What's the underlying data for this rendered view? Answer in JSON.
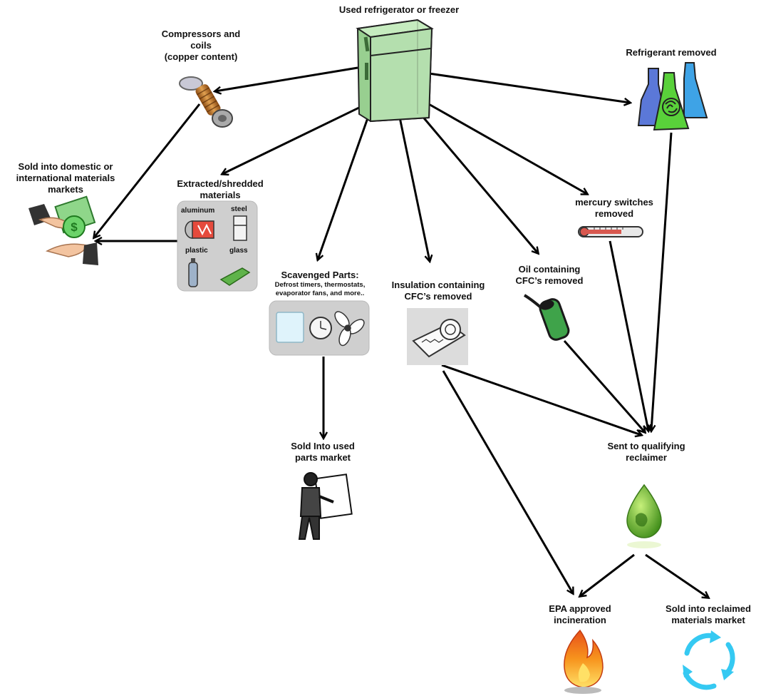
{
  "diagram": {
    "nodes": {
      "fridge": {
        "lines": [
          "Used refrigerator or freezer"
        ],
        "icon": "refrigerator-icon"
      },
      "compressors": {
        "lines": [
          "Compressors and",
          "coils",
          "(copper content)"
        ],
        "icon": "copper-coil-icon"
      },
      "refrigerant": {
        "lines": [
          "Refrigerant removed"
        ],
        "icon": "refrigerant-bottles-icon"
      },
      "sold_markets": {
        "lines": [
          "Sold into domestic or",
          "international materials",
          "markets"
        ],
        "icon": "money-hands-icon"
      },
      "extracted": {
        "lines": [
          "Extracted/shredded",
          "materials"
        ],
        "icon": "materials-panel-icon",
        "materials": [
          "aluminum",
          "steel",
          "plastic",
          "glass"
        ]
      },
      "mercury": {
        "lines": [
          "mercury switches",
          "removed"
        ],
        "icon": "thermometer-icon"
      },
      "scavenged": {
        "lines": [
          "Scavenged Parts:"
        ],
        "detail": [
          "Defrost timers, thermostats,",
          "evaporator fans, and more.."
        ],
        "icon": "parts-panel-icon"
      },
      "insulation": {
        "lines": [
          "Insulation containing",
          "CFC’s removed"
        ],
        "icon": "insulation-roll-icon"
      },
      "oil": {
        "lines": [
          "Oil containing",
          "CFC’s removed"
        ],
        "icon": "oil-can-icon"
      },
      "used_parts": {
        "lines": [
          "Sold Into used",
          "parts market"
        ],
        "icon": "worker-carrying-window-icon"
      },
      "reclaimer": {
        "lines": [
          "Sent to qualifying",
          "reclaimer"
        ],
        "icon": "earth-droplet-icon"
      },
      "incineration": {
        "lines": [
          "EPA approved",
          "incineration"
        ],
        "icon": "fire-icon"
      },
      "reclaimed_market": {
        "lines": [
          "Sold into reclaimed",
          "materials market"
        ],
        "icon": "recycle-arrows-icon"
      }
    },
    "edges": [
      [
        "fridge",
        "compressors"
      ],
      [
        "fridge",
        "refrigerant"
      ],
      [
        "fridge",
        "extracted"
      ],
      [
        "fridge",
        "scavenged"
      ],
      [
        "fridge",
        "insulation"
      ],
      [
        "fridge",
        "oil"
      ],
      [
        "fridge",
        "mercury"
      ],
      [
        "compressors",
        "sold_markets"
      ],
      [
        "extracted",
        "sold_markets"
      ],
      [
        "scavenged",
        "used_parts"
      ],
      [
        "insulation",
        "reclaimer"
      ],
      [
        "insulation",
        "incineration"
      ],
      [
        "oil",
        "reclaimer"
      ],
      [
        "mercury",
        "reclaimer"
      ],
      [
        "refrigerant",
        "reclaimer"
      ],
      [
        "reclaimer",
        "incineration"
      ],
      [
        "reclaimer",
        "reclaimed_market"
      ]
    ],
    "colors": {
      "fridge_body": "#b4dfae",
      "arrow": "#000000",
      "panel": "#cfcfcf",
      "bottle_blue": "#5b78d8",
      "bottle_green": "#59d13a",
      "bottle_light": "#3ea3e6",
      "fire_orange": "#f7941d",
      "recycle_cyan": "#35c9f2",
      "earth_green": "#67b52f"
    }
  }
}
